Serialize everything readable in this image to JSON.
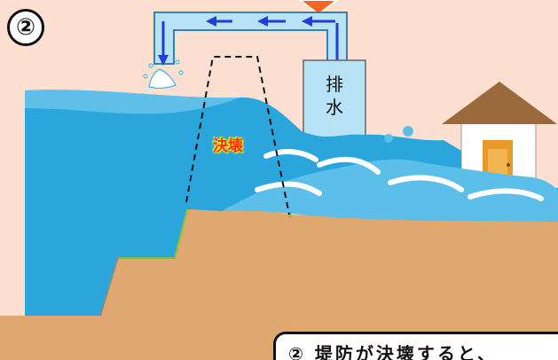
{
  "step_number": "②",
  "pump_label_line1": "排",
  "pump_label_line2": "水",
  "breach_label": "決壊",
  "caption": "② 堤防が決壊すると、",
  "colors": {
    "background": "#fde0d2",
    "water_dark": "#2aa6dc",
    "water_light": "#7fd0f0",
    "ground": "#dfa870",
    "grass": "#7cc242",
    "pipe": "#b8e2f6",
    "flow_arrow": "#1f3fd6",
    "pump_arrow": "#f26522",
    "house_roof": "#9a6a3c",
    "house_door": "#e89a2a",
    "breach_text": "#ff2e1a"
  },
  "icons": [
    "flow-arrow-icon",
    "pump-down-arrow-icon",
    "water-splash-icon",
    "house-icon"
  ]
}
